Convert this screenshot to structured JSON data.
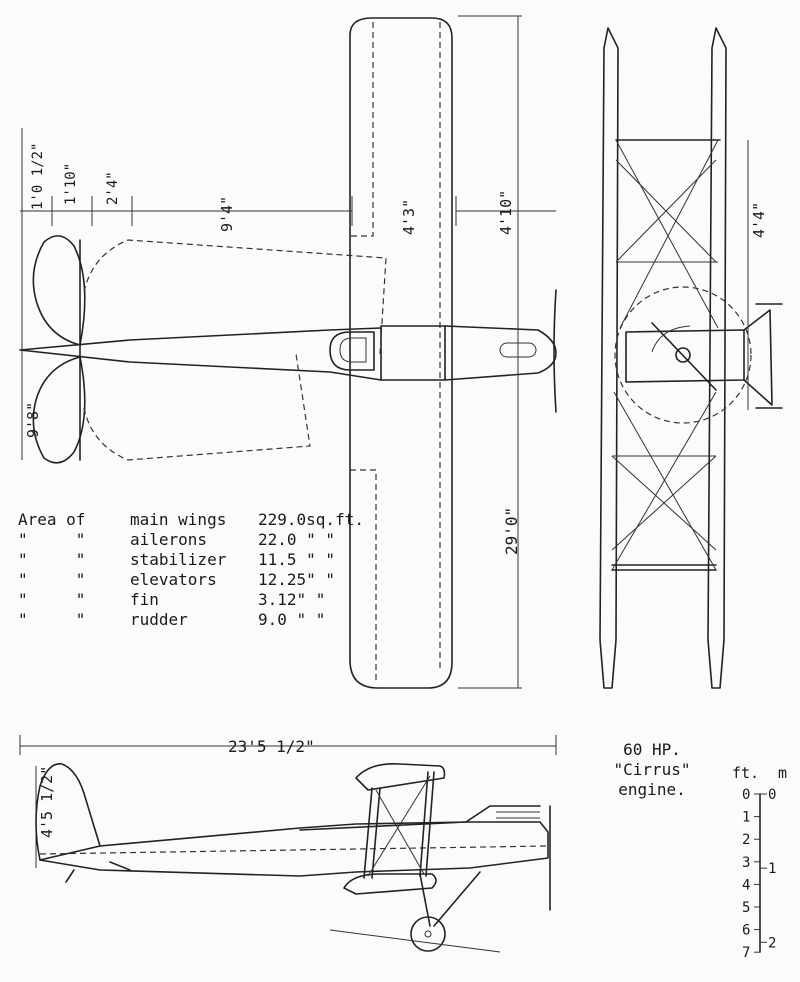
{
  "dimensions": {
    "stab_root": "1'0 1/2\"",
    "elevator_chord": "1'10\"",
    "stab_chord": "2'4\"",
    "wing_to_tail": "9'4\"",
    "wing_chord": "4'3\"",
    "wing_lead": "4'10\"",
    "stab_span": "9'8\"",
    "wing_span": "29'0\"",
    "gap": "4'4\"",
    "length": "23'5 1/2\"",
    "height": "4'5 1/2\""
  },
  "areas": {
    "rows": [
      {
        "prefix": "Area of",
        "part": "main wings",
        "value": "229.0sq.ft."
      },
      {
        "prefix": "\"     \"",
        "part": "ailerons",
        "value": "22.0 \" \""
      },
      {
        "prefix": "\"     \"",
        "part": "stabilizer",
        "value": "11.5 \" \""
      },
      {
        "prefix": "\"     \"",
        "part": "elevators",
        "value": "12.25\" \""
      },
      {
        "prefix": "\"     \"",
        "part": "fin",
        "value": "3.12\" \""
      },
      {
        "prefix": "\"     \"",
        "part": "rudder",
        "value": "9.0 \" \""
      }
    ]
  },
  "engine": {
    "line1": "60 HP.",
    "line2": "\"Cirrus\"",
    "line3": "engine."
  },
  "scale": {
    "ft_label": "ft.",
    "m_label": "m",
    "ft_ticks": [
      "0",
      "1",
      "2",
      "3",
      "4",
      "5",
      "6",
      "7"
    ],
    "m_ticks": [
      "0",
      "1",
      "2"
    ]
  }
}
